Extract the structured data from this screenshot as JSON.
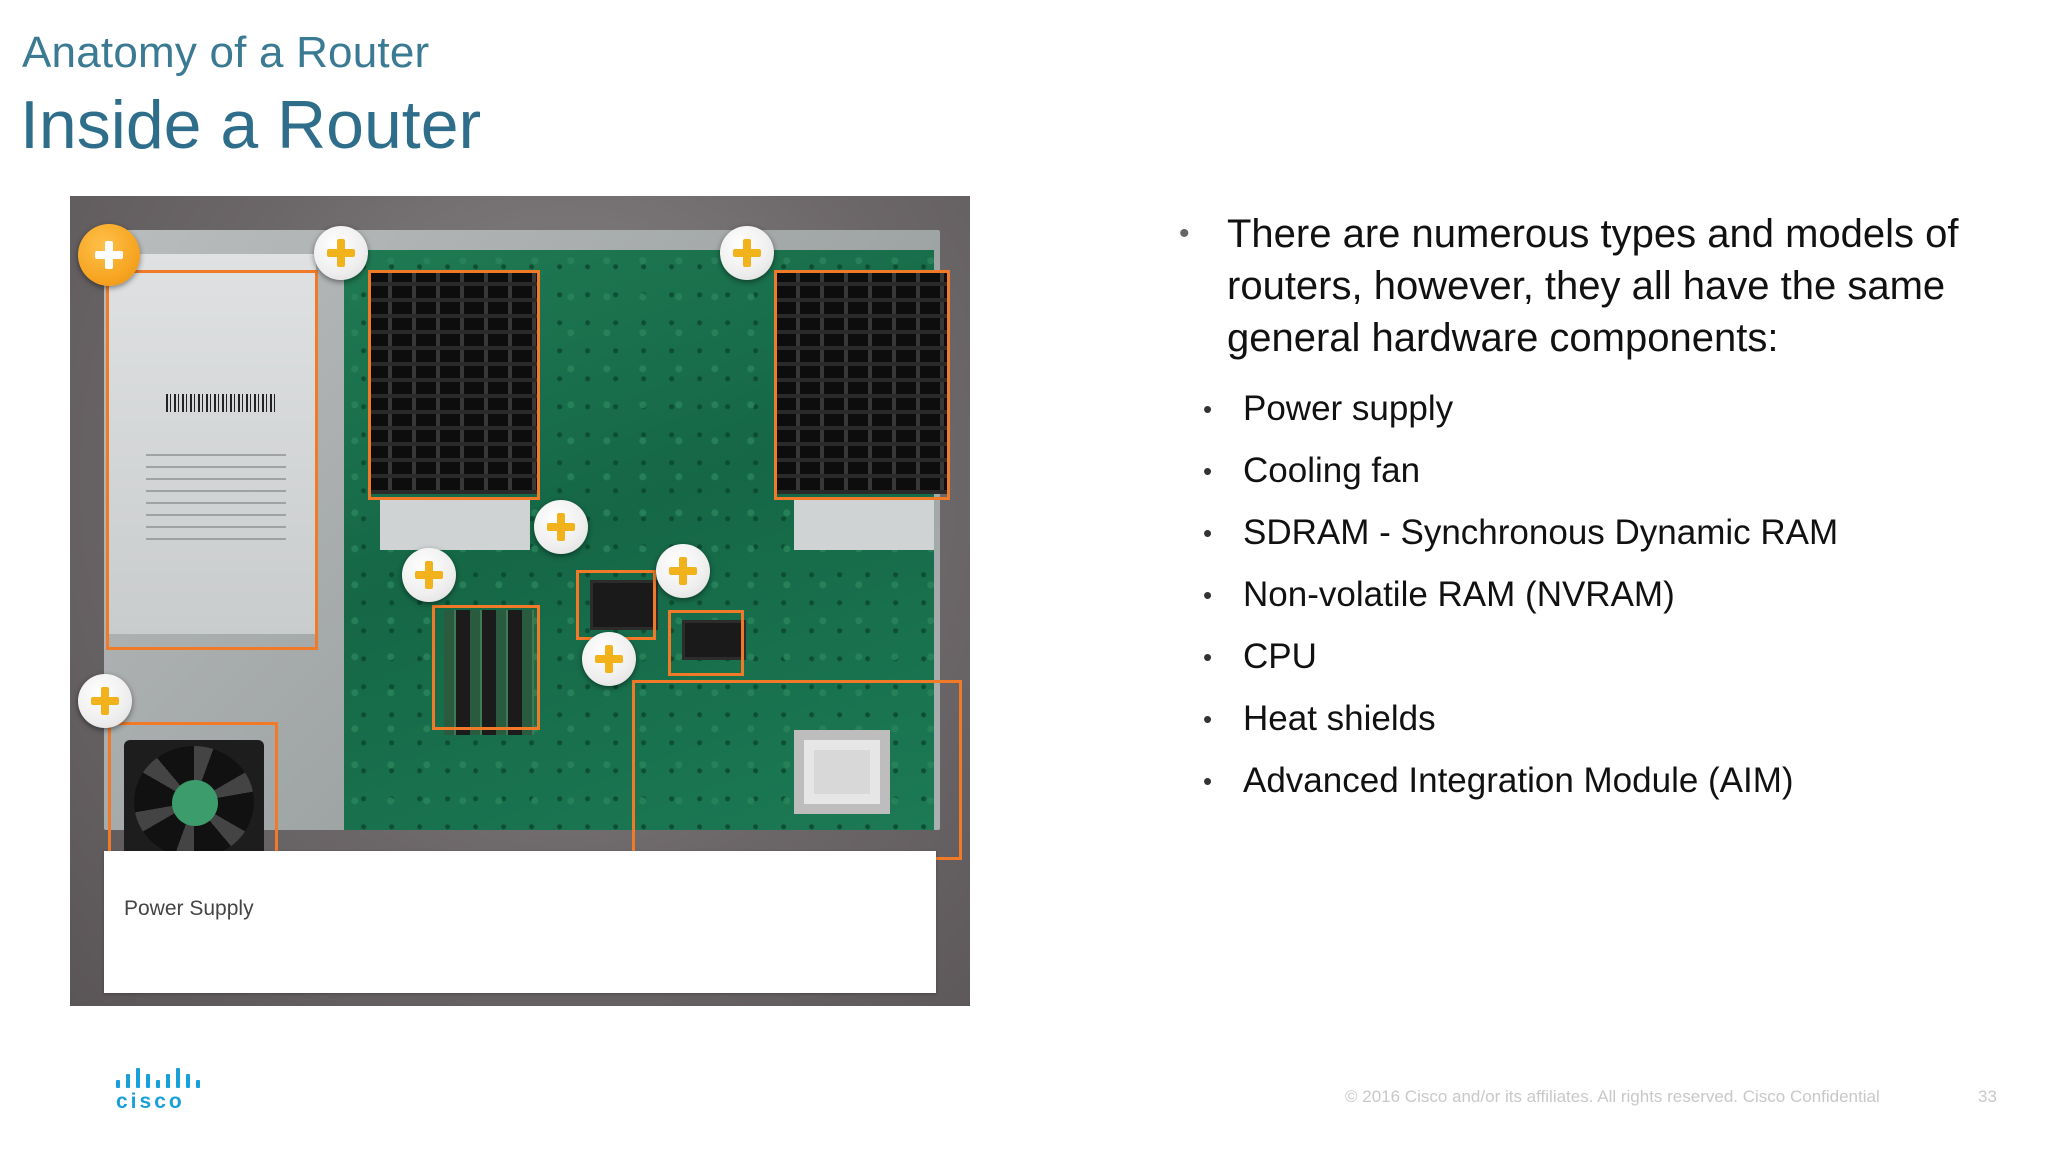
{
  "header": {
    "section_title": "Anatomy of a Router",
    "slide_title": "Inside a Router"
  },
  "figure": {
    "caption": "Power Supply",
    "hotspots": [
      {
        "component": "Power supply",
        "active": true
      },
      {
        "component": "Heat shield",
        "active": false
      },
      {
        "component": "Heat shield",
        "active": false
      },
      {
        "component": "CPU",
        "active": false
      },
      {
        "component": "SDRAM",
        "active": false
      },
      {
        "component": "NVRAM",
        "active": false
      },
      {
        "component": "AIM",
        "active": false
      },
      {
        "component": "Cooling fan",
        "active": false
      }
    ],
    "accent_color": "#f07a28"
  },
  "bullets": {
    "intro": "There are numerous types and models of routers, however, they all have the same general hardware components:",
    "items": [
      "Power supply",
      "Cooling fan",
      "SDRAM - Synchronous Dynamic RAM",
      "Non-volatile RAM (NVRAM)",
      "CPU",
      "Heat shields",
      "Advanced Integration Module (AIM)"
    ]
  },
  "footer": {
    "logo_text": "cisco",
    "copyright": "© 2016  Cisco and/or its affiliates. All rights reserved.   Cisco Confidential",
    "page_number": "33"
  },
  "colors": {
    "title": "#2e6e8a",
    "logo": "#1aa0d8"
  }
}
